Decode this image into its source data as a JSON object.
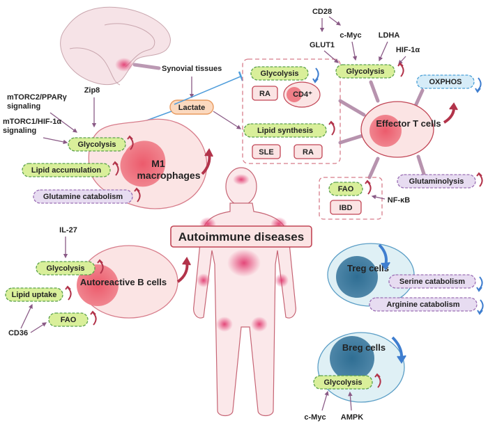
{
  "center": {
    "title": "Autoimmune diseases"
  },
  "synovial": {
    "label": "Synovial tissues",
    "lactate": "Lactate"
  },
  "macrophage": {
    "title_line1": "M1",
    "title_line2": "macrophages",
    "signal1": "Zip8",
    "signal2_line1": "mTORC2/PPARγ",
    "signal2_line2": "signaling",
    "signal3_line1": "mTORC1/HIF-1α",
    "signal3_line2": "signaling",
    "pills": [
      "Glycolysis",
      "Lipid accumulation",
      "Glutamine catabolism"
    ]
  },
  "lactate_targets": {
    "glycolysis": "Glycolysis",
    "ra": "RA",
    "cd4": "CD4⁺",
    "lipid_synthesis": "Lipid synthesis",
    "sle": "SLE",
    "ra2": "RA"
  },
  "tcell": {
    "title": "Effector T cells",
    "regulators": [
      "CD28",
      "c-Myc",
      "GLUT1",
      "LDHA",
      "HIF-1α"
    ],
    "glycolysis": "Glycolysis",
    "oxphos": "OXPHOS",
    "glutaminolysis": "Glutaminolysis",
    "fao": "FAO",
    "ibd": "IBD",
    "nfkb": "NF-κB"
  },
  "bcell": {
    "title": "Autoreactive B cells",
    "il27": "IL-27",
    "cd36": "CD36",
    "pills": [
      "Glycolysis",
      "Lipid uptake",
      "FAO"
    ]
  },
  "treg": {
    "title": "Treg cells",
    "pills": [
      "Serine catabolism",
      "Arginine catabolism"
    ]
  },
  "breg": {
    "title": "Breg cells",
    "glycolysis": "Glycolysis",
    "regulators": [
      "c-Myc",
      "AMPK"
    ]
  },
  "colors": {
    "green_pill": "#d9ef9a",
    "green_stroke": "#5aa04a",
    "purple_pill": "#e7dcf1",
    "purple_stroke": "#9b6fb5",
    "blue_pill": "#d6ecf8",
    "blue_stroke": "#4aa0d6",
    "cell_pink": "#fbe4e4",
    "nucleus": "#ef7f88",
    "up_arrow": "#b2334a",
    "down_arrow": "#3f7ecf"
  }
}
